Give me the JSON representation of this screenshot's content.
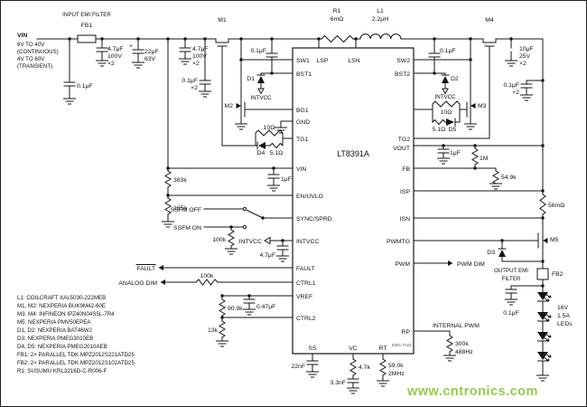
{
  "watermark": "www.cntronics.com",
  "ic": {
    "name": "LT8391A",
    "code": "8391 TA02",
    "pins": {
      "sw1": "SW1",
      "lsp": "LSP",
      "lsn": "LSN",
      "sw2": "SW2",
      "bst1": "BST1",
      "bst2": "BST2",
      "bg1": "BG1",
      "gnd": "GND",
      "tg1": "TG1",
      "tg2": "TG2",
      "vin": "VIN",
      "vout": "VOUT",
      "fb": "FB",
      "en": "EN/UVLO",
      "isp": "ISP",
      "sync": "SYNC/SPRD",
      "isn": "ISN",
      "intvcc": "INTVCC",
      "pwmtg": "PWMTG",
      "fault": "FAULT",
      "pwm": "PWM",
      "ctrl1": "CTRL1",
      "vref": "VREF",
      "ctrl2": "CTRL2",
      "ss": "SS",
      "vc": "VC",
      "rt": "RT",
      "rp": "RP"
    }
  },
  "input": {
    "rail": "VIN",
    "lines": [
      "6V TO 40V",
      "(CONTINUOUS)",
      "4V TO 60V",
      "(TRANSIENT)"
    ],
    "emi": "INPUT EMI FILTER",
    "fb1": "FB1"
  },
  "parts": {
    "m1": "M1",
    "m2": "M2",
    "m3": "M3",
    "m4": "M4",
    "m5": "M5",
    "r1": "R1",
    "r1v": "6mΩ",
    "l1": "L1",
    "l1v": "2.2μH",
    "d1": "D1",
    "d2": "D2",
    "d3": "D3",
    "d4": "D4",
    "d5": "D5",
    "fb2": "FB2"
  },
  "values": {
    "c01": "0.1μF",
    "c47": "4.7μF",
    "v100": "100V",
    "x2": "×2",
    "c22": "22μF",
    "v63": "63V",
    "plus": "+",
    "c10": "10μF",
    "v25": "25V",
    "r10": "10Ω",
    "r51": "5.1Ω",
    "r383": "383k",
    "r165": "165k",
    "k100": "100k",
    "c1u": "1μF",
    "c047": "0.47μF",
    "r909": "90.9k",
    "r13": "13k",
    "c22n": "22nF",
    "r47k": "4.7k",
    "c33n": "3.3nF",
    "r59": "59.0k",
    "f2m": "2MHz",
    "r300": "300k",
    "f488": "488Hz",
    "r1m": "1M",
    "r549": "54.9k",
    "r56m": "56mΩ"
  },
  "nets": {
    "intvcc": "INTVCC",
    "ssfm_off": "SSFM OFF",
    "ssfm_on": "SSFM ON",
    "fault": "FAULT",
    "analog_dim": "ANALOG DIM",
    "pwm_dim": "PWM DIM",
    "internal_pwm": "INTERNAL PWM",
    "out_emi1": "OUTPUT EMI",
    "out_emi2": "FILTER",
    "led_v": "16V",
    "led_a": "1.5A",
    "led_s": "LEDs"
  },
  "bom": [
    "L1: COILCRAFT XAL5030-222MEB",
    "M1, M2: NEXPERIA BUK9M42-60E",
    "M3, M4: INFINEON IPZ40N04S5L-7R4",
    "M5: NEXPERIA PMV50EPEA",
    "D1, D2: NEXPERIA BAT46WJ",
    "D3: NEXPERIA PMEG3010EB",
    "D4, D5: NEXPERIA PMEG2010AEB",
    "FB1: 2× PARALLEL TDK MPZ2012S221ATD25",
    "FB2: 2× PARALLEL TDK MPZ2012S102ATD25",
    "R1: SUSUMU KRL3216D-C-R006-F"
  ]
}
